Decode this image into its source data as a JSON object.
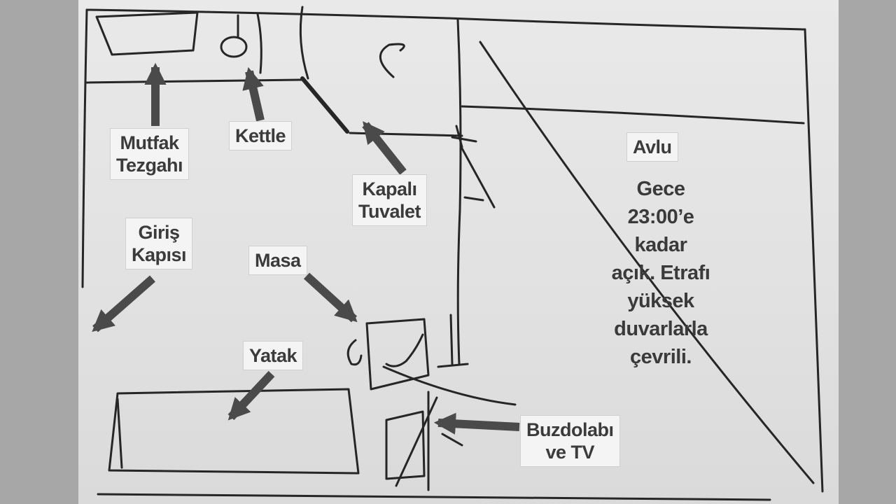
{
  "labels": {
    "kitchen_counter": [
      "Mutfak",
      "Tezgahı"
    ],
    "kettle": "Kettle",
    "closed_toilet": [
      "Kapalı",
      "Tuvalet"
    ],
    "courtyard": "Avlu",
    "entrance_door": [
      "Giriş",
      "Kapısı"
    ],
    "table": "Masa",
    "bed": "Yatak",
    "fridge_tv": [
      "Buzdolabı",
      "ve TV"
    ]
  },
  "courtyard_note": [
    "Gece",
    "23:00’e",
    "kadar",
    "açık. Etrafı",
    "yüksek",
    "duvarlarla",
    "çevrili."
  ],
  "colors": {
    "background": "#a7a7a7",
    "paper": "#e4e4e4",
    "ink": "#262626",
    "arrow": "#4a4a4a",
    "label_bg": "#f4f4f4",
    "label_text": "#3b3b3b"
  }
}
